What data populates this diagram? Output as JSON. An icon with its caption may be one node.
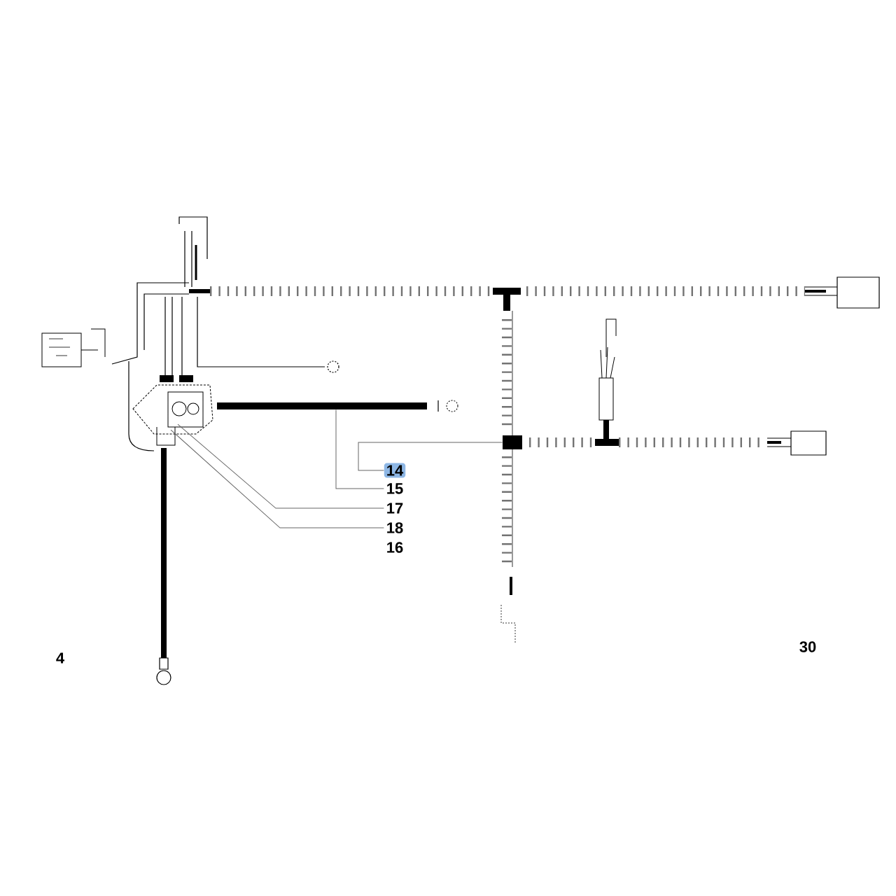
{
  "diagram": {
    "nodes": [
      {
        "text": [
          "14"
        ]
      },
      {
        "text": [
          "15"
        ]
      },
      {
        "text": [
          "17"
        ]
      },
      {
        "text": [
          "18"
        ]
      },
      {
        "text": [],
        "shape": "box"
      },
      {
        "text": [],
        "shape": "bar"
      }
    ],
    "edges": [
      {
        "from": 0,
        "to": 4,
        "arrow": "none"
      },
      {
        "from": 1,
        "to": 5,
        "arrow": "none"
      },
      {
        "from": 2,
        "to": null,
        "arrow": "none"
      },
      {
        "from": 3,
        "to": null,
        "arrow": "none"
      }
    ],
    "labels": [
      "16",
      "4",
      "30"
    ]
  }
}
